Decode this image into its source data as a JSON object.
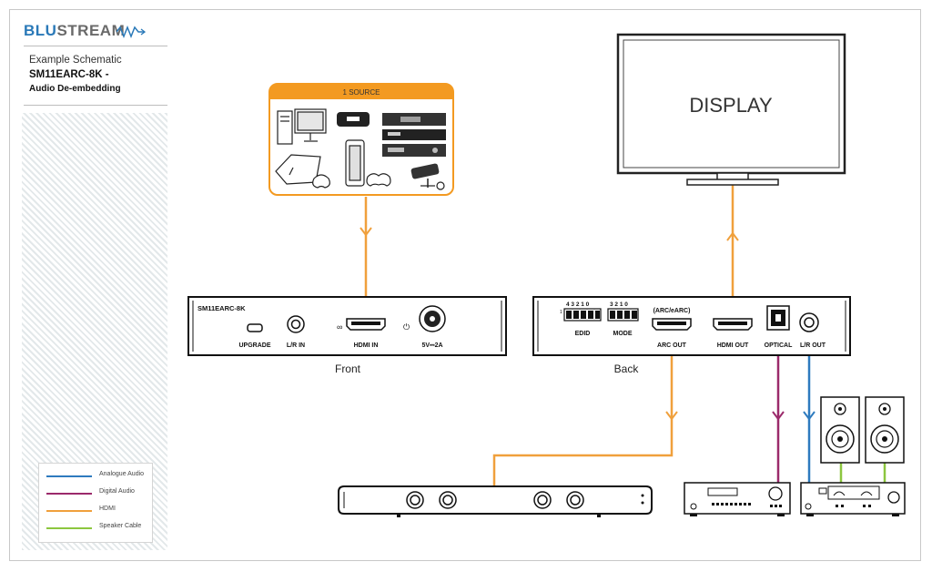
{
  "brand": {
    "part1": "BLU",
    "part2": "STREAM"
  },
  "sidebar": {
    "subtitle": "Example Schematic",
    "model": "SM11EARC-8K -",
    "description": "Audio De-embedding"
  },
  "source_box": {
    "title": "1 SOURCE"
  },
  "display": {
    "label": "DISPLAY"
  },
  "front_panel": {
    "model": "SM11EARC-8K",
    "ports": {
      "upgrade": "UPGRADE",
      "lr_in": "L/R IN",
      "hdmi_in": "HDMI IN",
      "power": "5V⎓2A"
    },
    "caption": "Front"
  },
  "back_panel": {
    "edid_digits": "4 3 2 1 0",
    "mode_digits": "3 2 1 0",
    "edid_label": "EDID",
    "mode_label": "MODE",
    "arc_note": "(ARC/eARC)",
    "arc_out": "ARC OUT",
    "hdmi_out": "HDMI OUT",
    "optical": "OPTICAL",
    "lr_out": "L/R OUT",
    "caption": "Back"
  },
  "legend": [
    {
      "label": "Analogue Audio",
      "color": "#2e7bbf"
    },
    {
      "label": "Digital Audio",
      "color": "#9b2a6b"
    },
    {
      "label": "HDMI",
      "color": "#f0a03c"
    },
    {
      "label": "Speaker Cable",
      "color": "#8cc63f"
    }
  ],
  "colors": {
    "hdmi": "#f0a03c",
    "digital": "#9b2a6b",
    "analogue": "#2e7bbf",
    "speaker": "#8cc63f",
    "accent": "#f39a21"
  }
}
